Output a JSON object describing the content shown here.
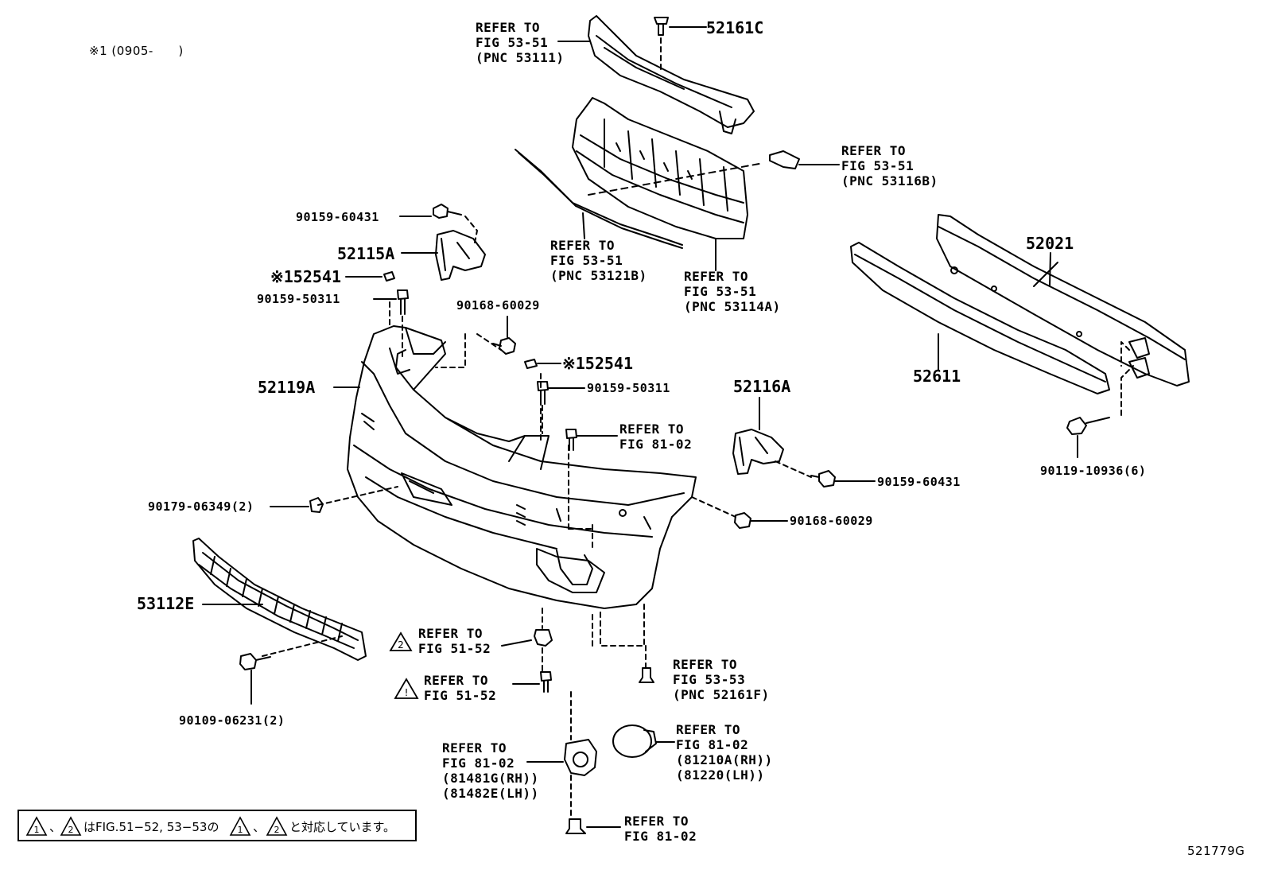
{
  "diagram": {
    "condition_note": "※1 (0905-      )",
    "figure_id": "521779G",
    "footnote": "、  はFIG.51−52, 53−53の  、  と対応しています。",
    "footnote_marks": [
      "1",
      "2",
      "1",
      "2"
    ],
    "labels": {
      "p52161C": "52161C",
      "ref_top_left": "REFER TO\nFIG 53-51\n(PNC 53111)",
      "ref_53116B": "REFER TO\nFIG 53-51\n(PNC 53116B)",
      "p90159_60431_a": "90159-60431",
      "p52115A": "52115A",
      "p52541_a": "※152541",
      "p90159_50311_a": "90159-50311",
      "ref_53121B": "REFER TO\nFIG 53-51\n(PNC 53121B)",
      "ref_53114A": "REFER TO\nFIG 53-51\n(PNC 53114A)",
      "p52021": "52021",
      "p52611": "52611",
      "p90168_60029_a": "90168-60029",
      "p52541_b": "※152541",
      "p52119A": "52119A",
      "p90159_50311_b": "90159-50311",
      "p52116A": "52116A",
      "ref_81_02_a": "REFER TO\nFIG 81-02",
      "p90159_60431_b": "90159-60431",
      "p90119_10936": "90119-10936(6)",
      "p90179_06349": "90179-06349(2)",
      "p90168_60029_b": "90168-60029",
      "p53112E": "53112E",
      "ref_51_52_a": "REFER TO\nFIG 51-52",
      "ref_53_53": "REFER TO\nFIG 53-53\n(PNC 52161F)",
      "ref_51_52_b": "REFER TO\nFIG 51-52",
      "p90109_06231": "90109-06231(2)",
      "ref_fog_lamp": "REFER TO\nFIG 81-02\n(81210A(RH))\n(81220(LH))",
      "ref_fog_bracket": "REFER TO\nFIG 81-02\n(81481G(RH))\n(81482E(LH))",
      "ref_81_02_b": "REFER TO\nFIG 81-02"
    }
  }
}
